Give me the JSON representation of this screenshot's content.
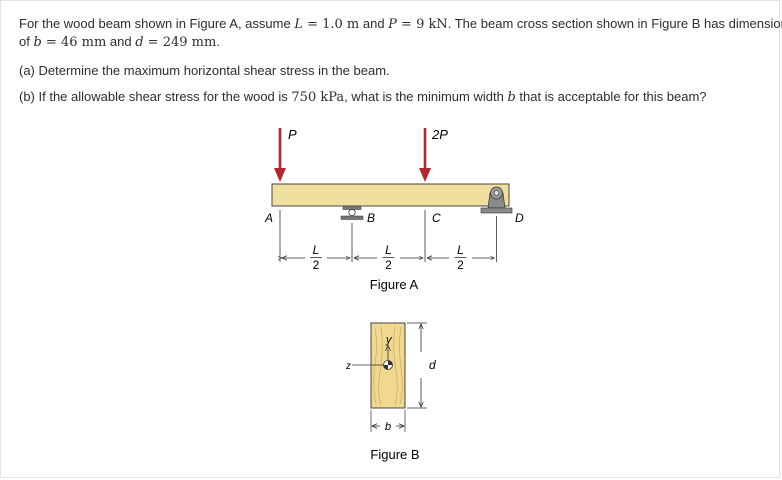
{
  "problem": {
    "line1_prefix": "For the wood beam shown in Figure A, assume ",
    "L_var": "L",
    "L_eq": " = 1.0 m",
    "and_P": " and ",
    "P_var": "P",
    "P_eq": " = 9 kN",
    "line1_suffix": ". The beam cross section shown in Figure B has dimensions",
    "line2_prefix": "of ",
    "b_var": "b",
    "b_eq": " = 46 mm",
    "and_d": " and ",
    "d_var": "d",
    "d_eq": " = 249 mm",
    "line2_suffix": ".",
    "part_a": "(a) Determine the maximum horizontal shear stress in the beam.",
    "part_b_prefix": "(b) If the allowable shear stress for the wood is ",
    "part_b_value": "750 kPa",
    "part_b_mid": ", what is the minimum width ",
    "part_b_var": "b",
    "part_b_suffix": " that is acceptable for this beam?"
  },
  "figure_a": {
    "load1": "P",
    "load2": "2P",
    "label_A": "A",
    "label_B": "B",
    "label_C": "C",
    "label_D": "D",
    "dim_L": "L",
    "dim_2": "2",
    "caption": "Figure A"
  },
  "figure_b": {
    "label_y": "y",
    "label_z": "z",
    "label_d": "d",
    "label_b": "b",
    "caption": "Figure B"
  },
  "colors": {
    "beam_fill": "#f1dfa0",
    "load_arrow": "#b3262e",
    "wood_fill": "#f0d890"
  }
}
